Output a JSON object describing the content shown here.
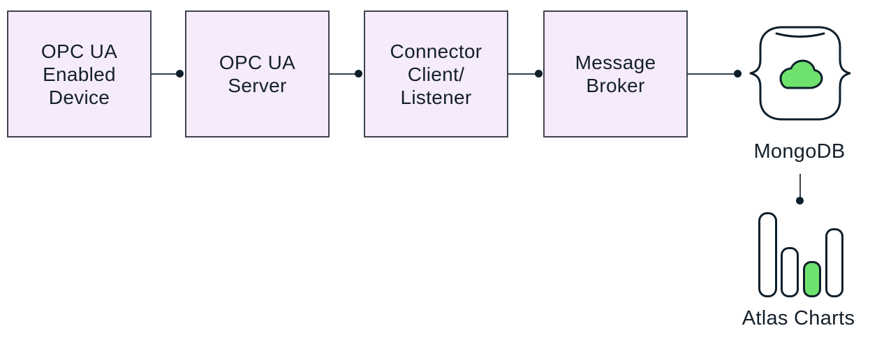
{
  "diagram": {
    "nodes": [
      {
        "label": "OPC UA\nEnabled\nDevice"
      },
      {
        "label": "OPC UA\nServer"
      },
      {
        "label": "Connector\nClient/\nListener"
      },
      {
        "label": "Message\nBroker"
      }
    ],
    "mongodb": {
      "label": "MongoDB"
    },
    "atlas_charts": {
      "label": "Atlas Charts"
    },
    "colors": {
      "node_fill": "#F5EBFB",
      "node_border": "#3F4450",
      "connector": "#37424C",
      "ink": "#0E1F2B",
      "green": "#6FE26E",
      "icon_fill": "#FFFFFF",
      "background": "#FFFFFF"
    }
  }
}
